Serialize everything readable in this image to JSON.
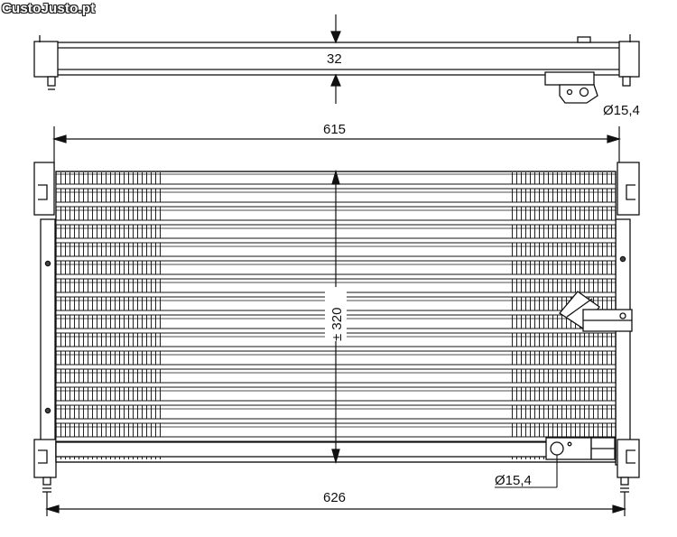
{
  "watermark": "CustoJusto.pt",
  "dimensions": {
    "top_depth": "32",
    "top_width": "615",
    "height": "± 320",
    "bottom_width": "626",
    "pipe_top": "Ø15,4",
    "pipe_bottom": "Ø15,4"
  },
  "tubes": {
    "count": 15
  }
}
